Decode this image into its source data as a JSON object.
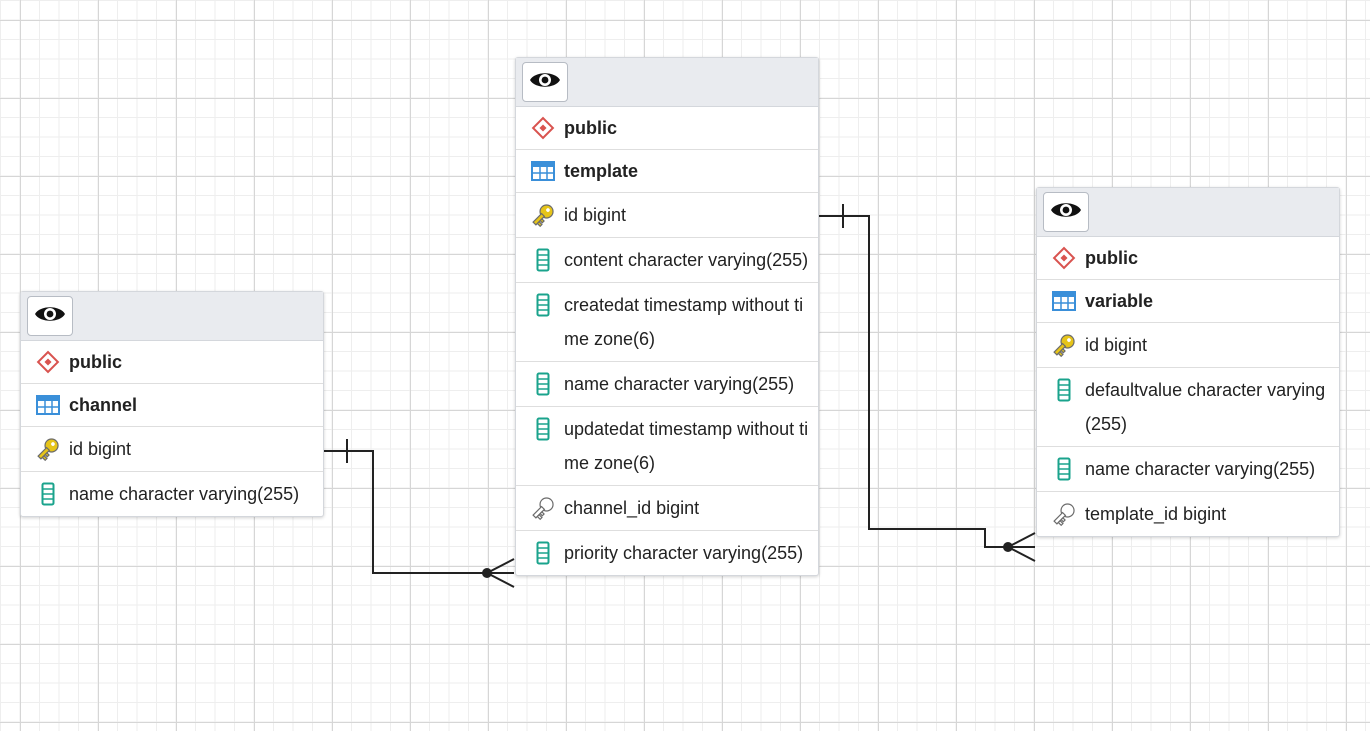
{
  "entities": {
    "channel": {
      "schema": "public",
      "table": "channel",
      "columns": [
        {
          "text": "id bigint",
          "icon": "primary-key-icon"
        },
        {
          "text": "name character varying(255)",
          "icon": "column-icon"
        }
      ]
    },
    "template": {
      "schema": "public",
      "table": "template",
      "columns": [
        {
          "text": "id bigint",
          "icon": "primary-key-icon"
        },
        {
          "text": "content character varying(255)",
          "icon": "column-icon"
        },
        {
          "text": "createdat timestamp without time zone(6)",
          "icon": "column-icon"
        },
        {
          "text": "name character varying(255)",
          "icon": "column-icon"
        },
        {
          "text": "updatedat timestamp without time zone(6)",
          "icon": "column-icon"
        },
        {
          "text": "channel_id bigint",
          "icon": "foreign-key-icon"
        },
        {
          "text": "priority character varying(255)",
          "icon": "column-icon"
        }
      ]
    },
    "variable": {
      "schema": "public",
      "table": "variable",
      "columns": [
        {
          "text": "id bigint",
          "icon": "primary-key-icon"
        },
        {
          "text": "defaultvalue character varying(255)",
          "icon": "column-icon"
        },
        {
          "text": "name character varying(255)",
          "icon": "column-icon"
        },
        {
          "text": "template_id bigint",
          "icon": "foreign-key-icon"
        }
      ]
    }
  },
  "relationships": [
    {
      "from": "channel.id bigint",
      "to": "template.channel_id bigint",
      "from_end": "one",
      "to_end": "many"
    },
    {
      "from": "template.id bigint",
      "to": "variable.template_id bigint",
      "from_end": "one",
      "to_end": "many"
    }
  ],
  "colors": {
    "schema_icon": "#d9534f",
    "table_icon": "#3a8fd9",
    "primary_key": "#e6c419",
    "column_icon": "#1aa38c",
    "foreign_key": "#8a8a8a",
    "link": "#222222"
  }
}
